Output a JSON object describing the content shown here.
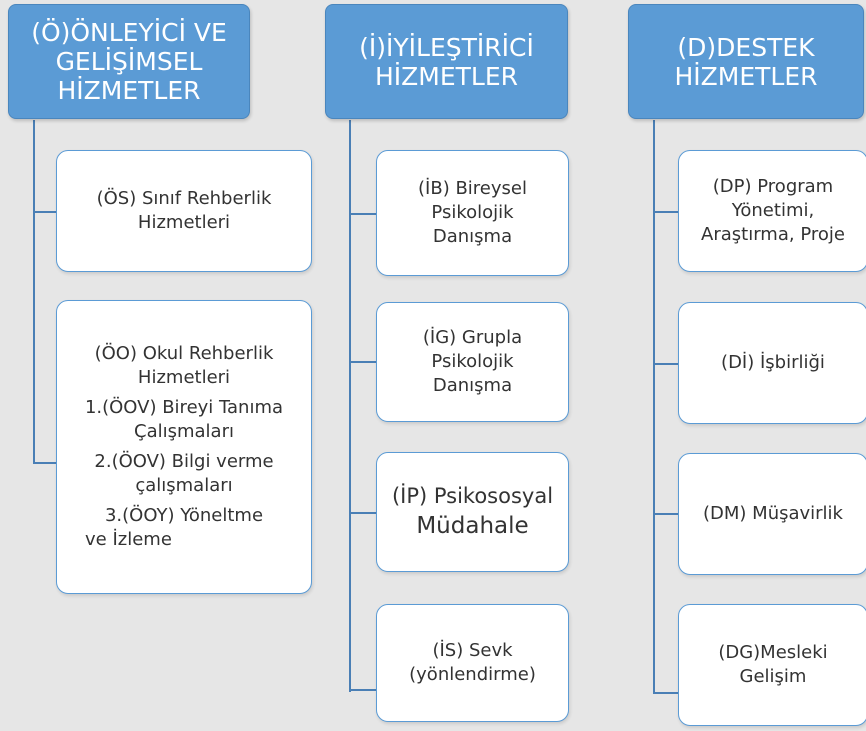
{
  "columns": [
    {
      "header": [
        "(Ö)ÖNLEYİCİ VE",
        "GELİŞİMSEL",
        "HİZMETLER"
      ],
      "boxes": [
        {
          "lines": [
            "(ÖS) Sınıf Rehberlik",
            "Hizmetleri"
          ]
        },
        {
          "lines": [
            "(ÖO) Okul Rehberlik",
            "Hizmetleri"
          ],
          "items": [
            [
              "1.(ÖOV) Bireyi Tanıma",
              "Çalışmaları"
            ],
            [
              "2.(ÖOV) Bilgi verme",
              "çalışmaları"
            ],
            [
              "3.(ÖOY) Yöneltme",
              "ve  İzleme"
            ]
          ]
        }
      ]
    },
    {
      "header": [
        "(İ)İYİLEŞTİRİCİ",
        "HİZMETLER"
      ],
      "boxes": [
        {
          "lines": [
            "(İB) Bireysel",
            "Psikolojik",
            "Danışma"
          ]
        },
        {
          "lines": [
            "(İG) Grupla",
            "Psikolojik",
            "Danışma"
          ]
        },
        {
          "lines": [
            "(İP) Psikososyal",
            "Müdahale"
          ]
        },
        {
          "lines": [
            "(İS) Sevk",
            "(yönlendirme)"
          ]
        }
      ]
    },
    {
      "header": [
        "(D)DESTEK",
        "HİZMETLER"
      ],
      "boxes": [
        {
          "lines": [
            "(DP) Program",
            "Yönetimi,",
            "Araştırma, Proje"
          ]
        },
        {
          "lines": [
            "(Dİ) İşbirliği"
          ]
        },
        {
          "lines": [
            "(DM) Müşavirlik"
          ]
        },
        {
          "lines": [
            "(DG)Mesleki",
            "Gelişim"
          ]
        }
      ]
    }
  ],
  "colors": {
    "header_fill": "#5b9bd5",
    "box_border": "#5b9bd5",
    "connector": "#4a7fb5",
    "background": "#e6e6e6"
  }
}
